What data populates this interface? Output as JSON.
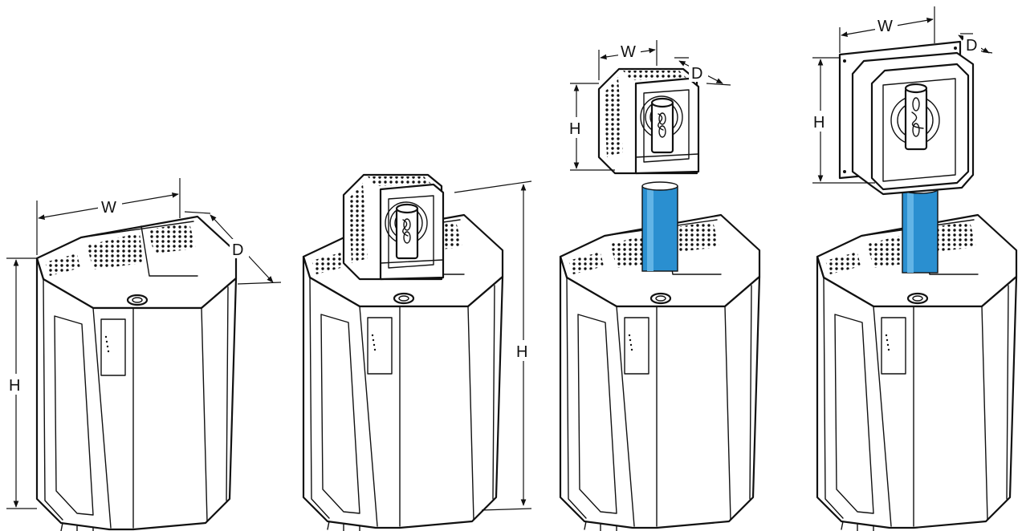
{
  "labels": {
    "width": "W",
    "depth": "D",
    "height": "H"
  },
  "colors": {
    "line": "#111111",
    "pipe": "#2a8fd0",
    "pipe_highlight": "#62b4e6",
    "background": "#ffffff"
  },
  "figures": [
    {
      "id": "cabinet",
      "dims": [
        "W",
        "D",
        "H"
      ]
    },
    {
      "id": "cabinet-with-top-fan-module",
      "dims": [
        "H"
      ]
    },
    {
      "id": "fan-module-on-pipe",
      "dims": [
        "W",
        "D",
        "H"
      ]
    },
    {
      "id": "fan-module-wall-plate-on-pipe",
      "dims": [
        "W",
        "D",
        "H"
      ]
    }
  ]
}
